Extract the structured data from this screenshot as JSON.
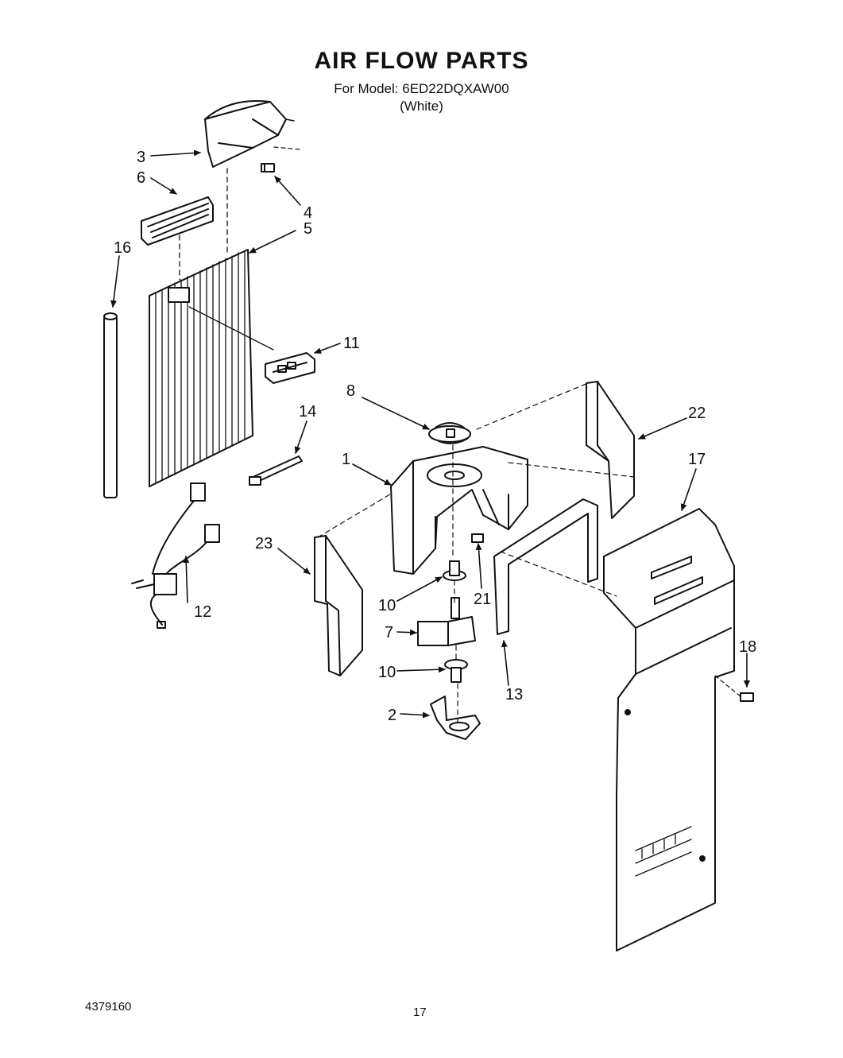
{
  "header": {
    "title": "AIR FLOW PARTS",
    "model_line": "For Model: 6ED22DQXAW00",
    "variant_line": "(White)"
  },
  "callouts": [
    "3",
    "6",
    "4",
    "5",
    "16",
    "11",
    "8",
    "14",
    "22",
    "1",
    "17",
    "23",
    "21",
    "10",
    "12",
    "7",
    "13",
    "10",
    "18",
    "2"
  ],
  "footer": {
    "document_number": "4379160",
    "page_number": "17"
  }
}
